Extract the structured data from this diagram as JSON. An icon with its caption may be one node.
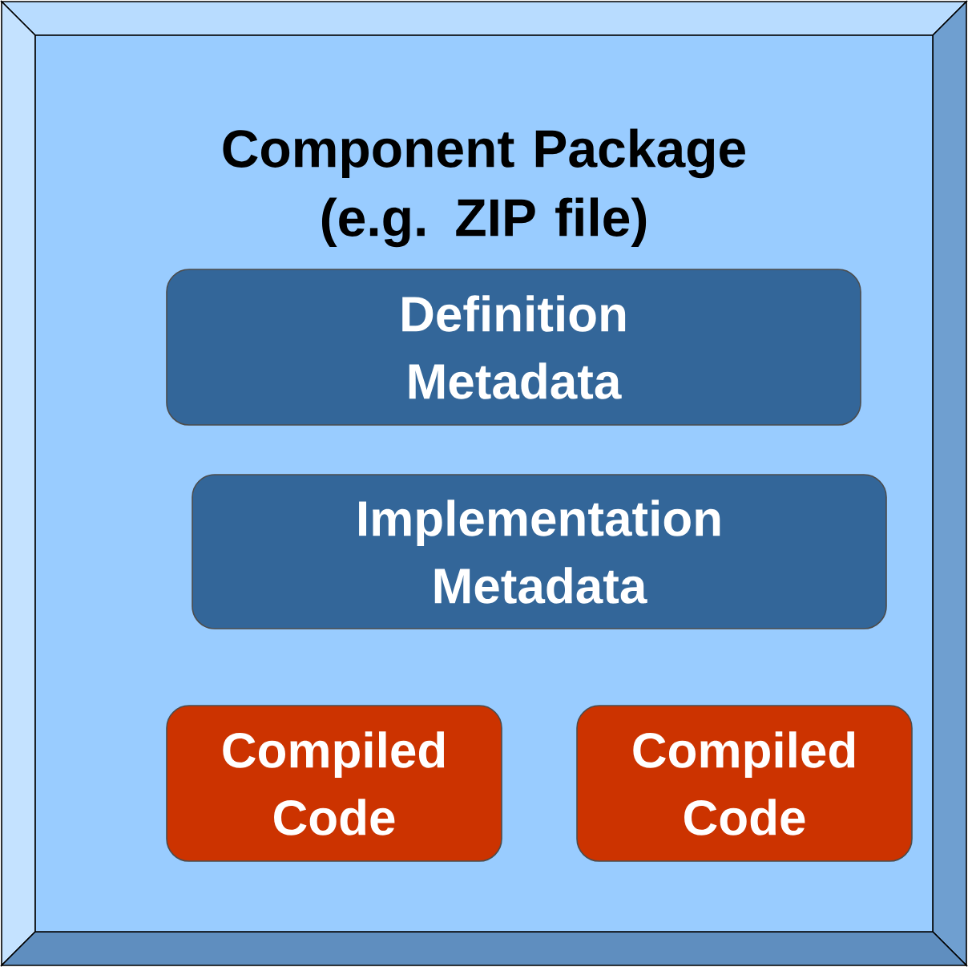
{
  "diagram": {
    "nodes": [
      {
        "text": [
          "Component Package (e.g. ZIP file)"
        ]
      },
      {
        "text": [
          "Definition Metadata"
        ],
        "in": 0
      },
      {
        "text": [
          "Implementation Metadata"
        ],
        "in": 0
      },
      {
        "text": [
          "Compiled Code"
        ],
        "in": 0
      },
      {
        "text": [
          "Compiled Code"
        ],
        "in": 0
      }
    ]
  }
}
